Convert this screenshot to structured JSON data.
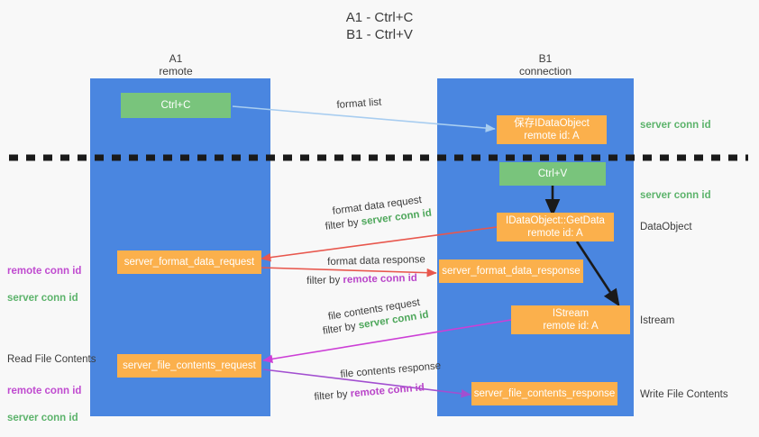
{
  "title": "A1 - Ctrl+C\nB1 - Ctrl+V",
  "colors": {
    "background": "#f8f8f8",
    "column": "#4a86e0",
    "node_orange": "#fbb04c",
    "node_green": "#79c47c",
    "text_dark": "#3c3c3c",
    "accent_green": "#5cb36b",
    "accent_purple": "#c04bd0",
    "arrow_blue": "#a8cdf0",
    "arrow_red": "#e8574d",
    "arrow_magenta": "#cc3fd6",
    "arrow_purple": "#a24fd0",
    "arrow_black": "#1a1a1a",
    "divider": "#1a1a1a"
  },
  "columns": [
    {
      "id": "a1",
      "title": "A1\nremote"
    },
    {
      "id": "b1",
      "title": "B1\nconnection"
    }
  ],
  "nodes": [
    {
      "id": "ctrl-c",
      "label": "Ctrl+C",
      "style": "green"
    },
    {
      "id": "save-idataobject",
      "label": "保存IDataObject\nremote id: A",
      "style": "orange"
    },
    {
      "id": "ctrl-v",
      "label": "Ctrl+V",
      "style": "green"
    },
    {
      "id": "idataobject-getdata",
      "label": "IDataObject::GetData\nremote id: A",
      "style": "orange"
    },
    {
      "id": "server-format-data-request",
      "label": "server_format_data_request",
      "style": "orange"
    },
    {
      "id": "server-format-data-response",
      "label": "server_format_data_response",
      "style": "orange"
    },
    {
      "id": "istream",
      "label": "IStream\nremote id: A",
      "style": "orange"
    },
    {
      "id": "server-file-contents-request",
      "label": "server_file_contents_request",
      "style": "orange"
    },
    {
      "id": "server-file-contents-response",
      "label": "server_file_contents_response",
      "style": "orange"
    }
  ],
  "edge_labels": {
    "format_list": "format list",
    "format_data_request": "format data request",
    "format_data_request_filter_pre": "filter by ",
    "format_data_request_filter_key": "server conn id",
    "format_data_response": "format data response",
    "format_data_response_filter_pre": "filter by ",
    "format_data_response_filter_key": "remote conn id",
    "file_contents_request": "file contents request",
    "file_contents_request_filter_pre": "filter by ",
    "file_contents_request_filter_key": "server conn id",
    "file_contents_response": "file contents response",
    "file_contents_response_filter_pre": "filter by ",
    "file_contents_response_filter_key": "remote conn id"
  },
  "right_tags": {
    "server_conn_id_top": "server conn id",
    "server_conn_id_mid": "server conn id"
  },
  "right_labels": {
    "dataobject": "DataObject",
    "istream": "Istream",
    "write_file_contents": "Write File Contents"
  },
  "left_labels": {
    "format_tag": "remote conn id\nserver conn id",
    "read_file_contents": "Read File Contents",
    "file_tag": "remote conn id\nserver conn id"
  }
}
